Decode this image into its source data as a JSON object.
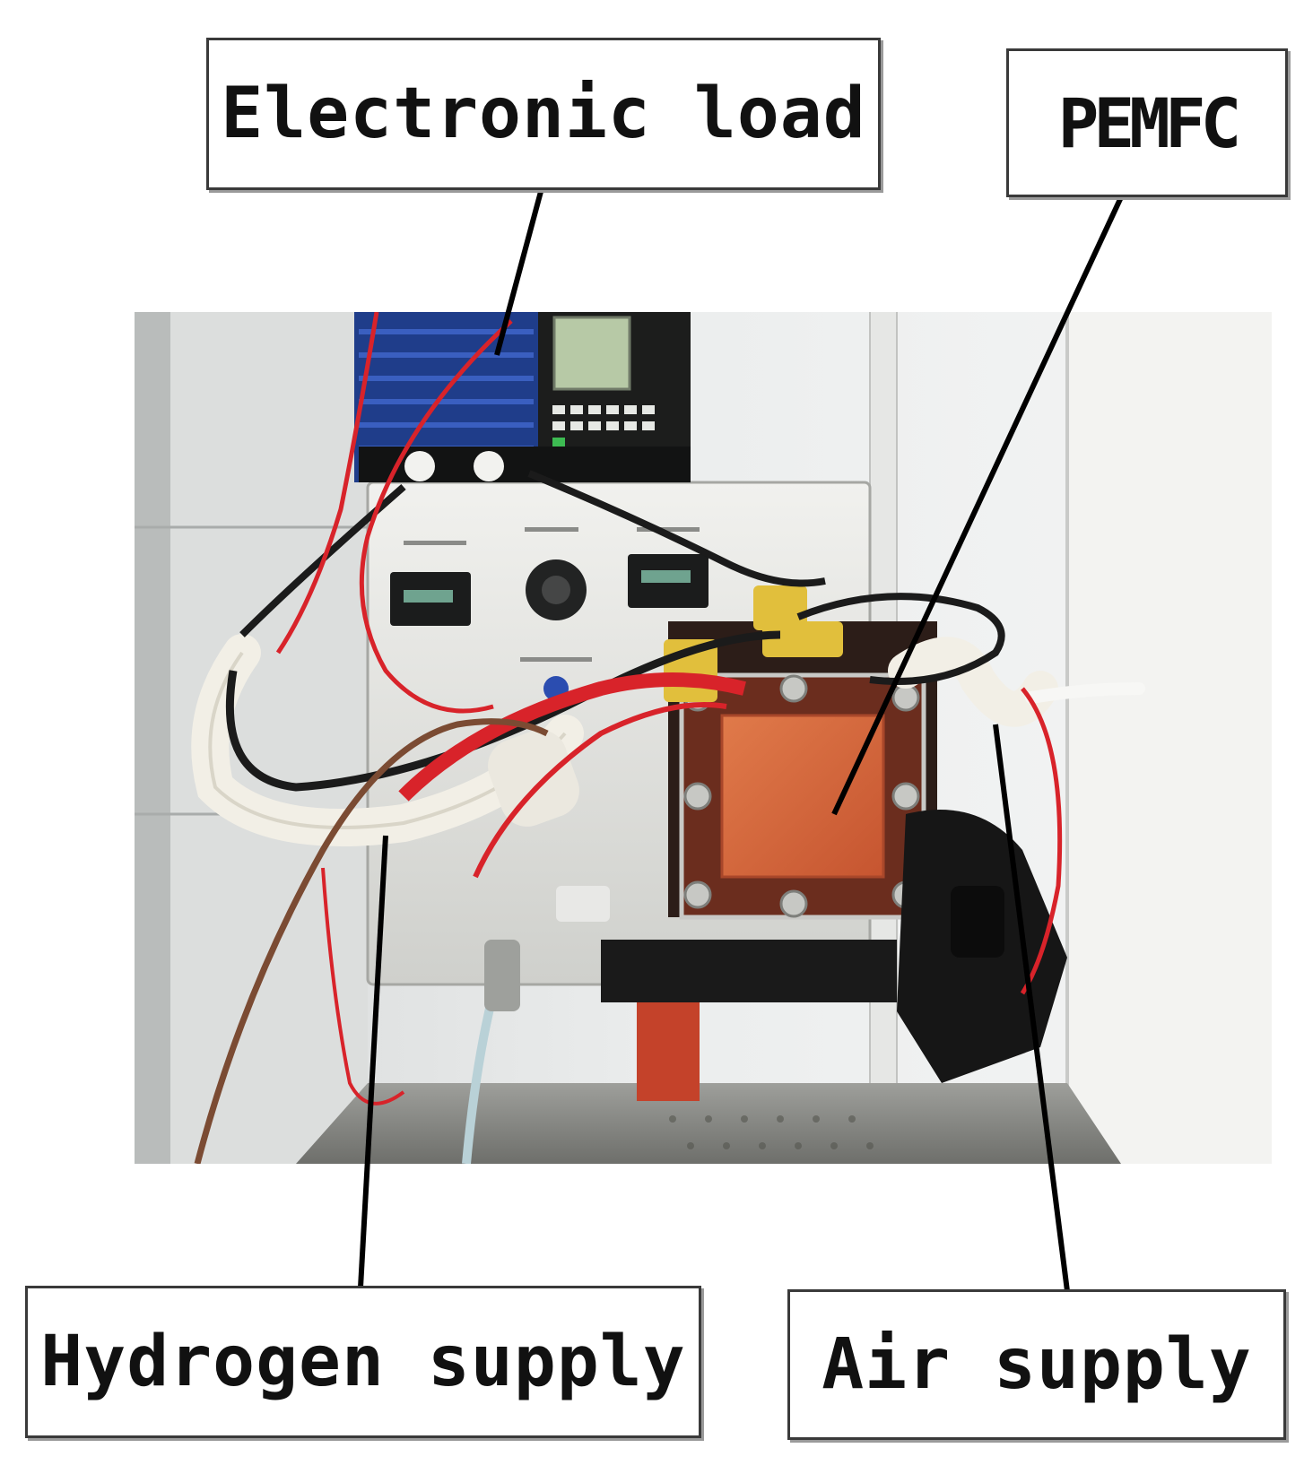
{
  "figure": {
    "description_labels": {
      "electronic_load": "Electronic load",
      "pemfc": "PEMFC",
      "hydrogen_supply": "Hydrogen supply",
      "air_supply": "Air supply"
    }
  },
  "colors": {
    "label_border": "#3a3a3a",
    "label_text": "#111111",
    "leader_line": "#000000",
    "electronic_load_blue": "#1f3d8a",
    "pemfc_plate_orange": "#d2663a",
    "cable_red": "#d8232a",
    "hose_white": "#f2efe6"
  }
}
